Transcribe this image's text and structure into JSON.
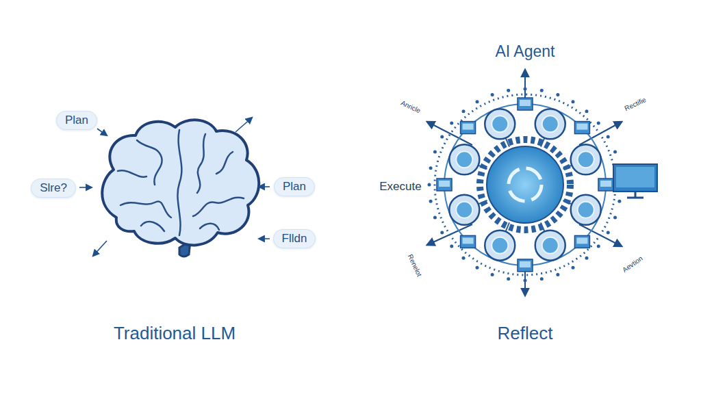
{
  "diagram": {
    "nodes": [
      {
        "text": [
          "Plan"
        ]
      },
      {
        "text": [
          "Slre?"
        ]
      },
      {
        "text": [
          "Plan"
        ]
      },
      {
        "text": [
          "Flldn"
        ]
      }
    ],
    "labels": [
      "Traditional LLM",
      "AI Agent",
      "Execute",
      "Reflect",
      "Anricle",
      "Rectifie",
      "Renelot",
      "Aevtion"
    ]
  }
}
